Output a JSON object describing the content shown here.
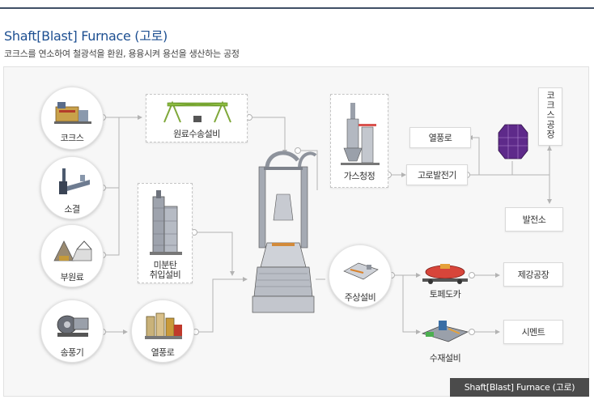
{
  "header": {
    "title": "Shaft[Blast] Furnace (고로)",
    "subtitle": "코크스를 연소하여 철광석을 환원, 용융시켜 용선을 생산하는 공정"
  },
  "nodes": {
    "coke": "코크스",
    "sinter": "소결",
    "sub_material": "부원료",
    "blower": "송풍기",
    "hot_stove": "열풍로",
    "raw_material_transport": "원료수송설비",
    "pci_line1": "미분탄",
    "pci_line2": "취입설비",
    "gas_cleaning": "가스청정",
    "hot_stove_power": "열풍로",
    "top_gas_generator": "고로발전기",
    "coke_plant": "코크스공장",
    "power_plant": "발전소",
    "casting": "주상설비",
    "torpedo_car": "토페도카",
    "steel_plant": "제강공장",
    "slag_equipment": "수재설비",
    "cement": "시멘트"
  },
  "caption": "Shaft[Blast] Furnace (고로)",
  "colors": {
    "title": "#1d4f91",
    "rule": "#3f4f66",
    "caption_bg": "#4b4b4b",
    "connector": "#b3b3b3"
  }
}
